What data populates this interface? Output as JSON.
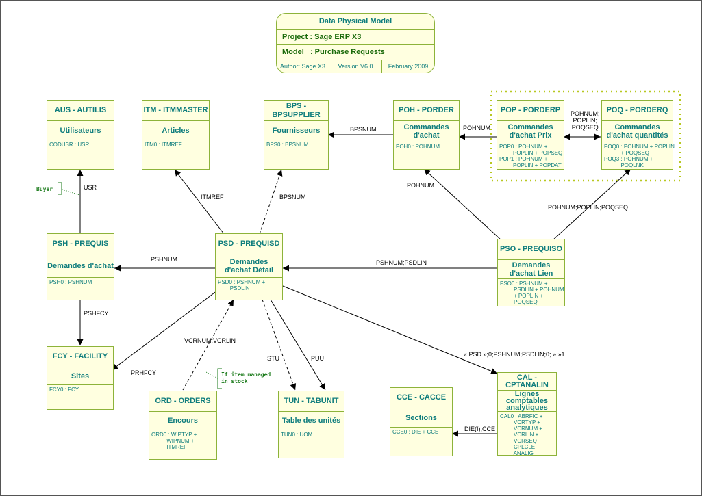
{
  "title_block": {
    "title": "Data Physical Model",
    "project": "Project : Sage ERP X3",
    "model": "Model   : Purchase Requests",
    "author": "Author: Sage X3",
    "version": "Version V6.0",
    "date": "February 2009"
  },
  "tables": {
    "aus": {
      "header": "AUS - AUTILIS",
      "desc": "Utilisateurs",
      "keys": [
        "CODUSR : USR"
      ]
    },
    "itm": {
      "header": "ITM - ITMMASTER",
      "desc": "Articles",
      "keys": [
        "ITM0 : ITMREF"
      ]
    },
    "bps": {
      "header": "BPS - BPSUPPLIER",
      "desc": "Fournisseurs",
      "keys": [
        "BPS0 : BPSNUM"
      ]
    },
    "poh": {
      "header": "POH - PORDER",
      "desc": "Commandes d'achat",
      "keys": [
        "POH0 : POHNUM"
      ]
    },
    "pop": {
      "header": "POP - PORDERP",
      "desc": "Commandes d'achat Prix",
      "keys": [
        "POP0 : POHNUM +",
        "         POPLIN + POPSEQ",
        "POP1 : POHNUM +",
        "         POPLIN + POPDAT"
      ]
    },
    "poq": {
      "header": "POQ - PORDERQ",
      "desc": "Commandes d'achat quantités",
      "keys": [
        "POQ0 : POHNUM + POPLIN",
        "           + POQSEQ",
        "POQ3 : POHNUM +",
        "           POQLNK"
      ]
    },
    "psh": {
      "header": "PSH - PREQUIS",
      "desc": "Demandes d'achat",
      "keys": [
        "PSH0 : PSHNUM"
      ]
    },
    "psd": {
      "header": "PSD - PREQUISD",
      "desc": "Demandes d'achat Détail",
      "keys": [
        "PSD0 : PSHNUM +",
        "        PSDLIN"
      ]
    },
    "pso": {
      "header": "PSO - PREQUISO",
      "desc": "Demandes d'achat Lien",
      "keys": [
        "PSO0 : PSHNUM +",
        "         PSDLIN + POHNUM",
        "         + POPLIN +",
        "         POQSEQ"
      ]
    },
    "fcy": {
      "header": "FCY - FACILITY",
      "desc": "Sites",
      "keys": [
        "FCY0 : FCY"
      ]
    },
    "ord": {
      "header": "ORD - ORDERS",
      "desc": "Encours",
      "keys": [
        "ORD0 : WIPTYP +",
        "          WIPNUM +",
        "          ITMREF"
      ]
    },
    "tun": {
      "header": "TUN - TABUNIT",
      "desc": "Table des unités",
      "keys": [
        "TUN0 : UOM"
      ]
    },
    "cce": {
      "header": "CCE - CACCE",
      "desc": "Sections",
      "keys": [
        "CCE0 : DIE + CCE"
      ]
    },
    "cal": {
      "header": "CAL - CPTANALIN",
      "desc": "Lignes comptables analytiques",
      "keys": [
        "CAL0 : ABRFIC +",
        "         VCRTYP +",
        "         VCRNUM +",
        "         VCRLIN +",
        "         VCRSEQ +",
        "         CPLCLE +",
        "         ANALIG"
      ]
    }
  },
  "relations": {
    "usr": "USR",
    "itmref": "ITMREF",
    "bpsnum_dashed": "BPSNUM",
    "bpsnum_poh": "BPSNUM",
    "pohnum_pop": "POHNUM",
    "pop_poq": "POHNUM;\nPOPLIN;\nPOQSEQ",
    "pohnum_pso": "POHNUM",
    "pso_poq": "POHNUM;POPLIN;POQSEQ",
    "pshnum": "PSHNUM",
    "pshnum_psdlin": "PSHNUM;PSDLIN",
    "pshfcy": "PSHFCY",
    "prhfcy": "PRHFCY",
    "vcrnum": "VCRNUM;VCRLIN",
    "stu": "STU",
    "puu": "PUU",
    "cal_link": "« PSD »;0;PSHNUM;PSDLIN;0; » »1",
    "die_cce": "DIE(I);CCE"
  },
  "notes": {
    "buyer": "Buyer",
    "stock": "If item managed\nin stock"
  },
  "colors": {
    "box_border": "#8db33a",
    "box_fill": "#ffffe0",
    "text_teal": "#0f7d7d",
    "note_green": "#1a7a1a",
    "group_dots": "#b8c820"
  }
}
